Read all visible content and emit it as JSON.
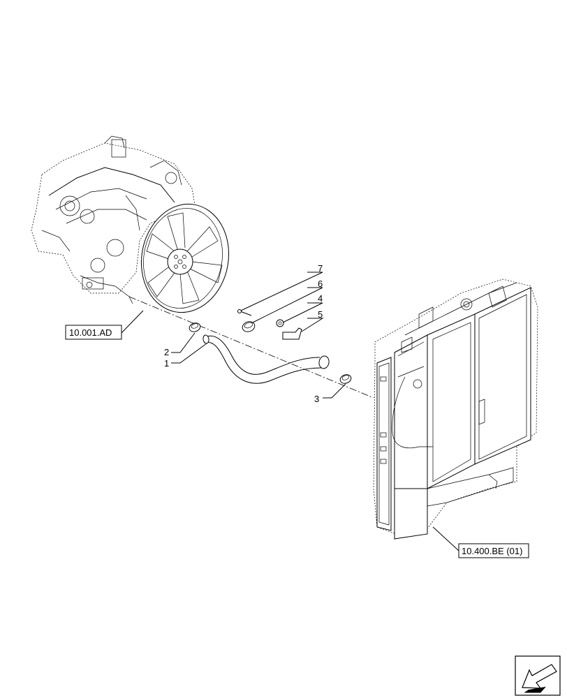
{
  "references": {
    "engine": "10.001.AD",
    "radiator": "10.400.BE (01)"
  },
  "callouts": {
    "c1": "1",
    "c2": "2",
    "c3": "3",
    "c4": "4",
    "c5": "5",
    "c6": "6",
    "c7": "7"
  },
  "icons": {
    "nav": "arrow-previous-icon"
  }
}
